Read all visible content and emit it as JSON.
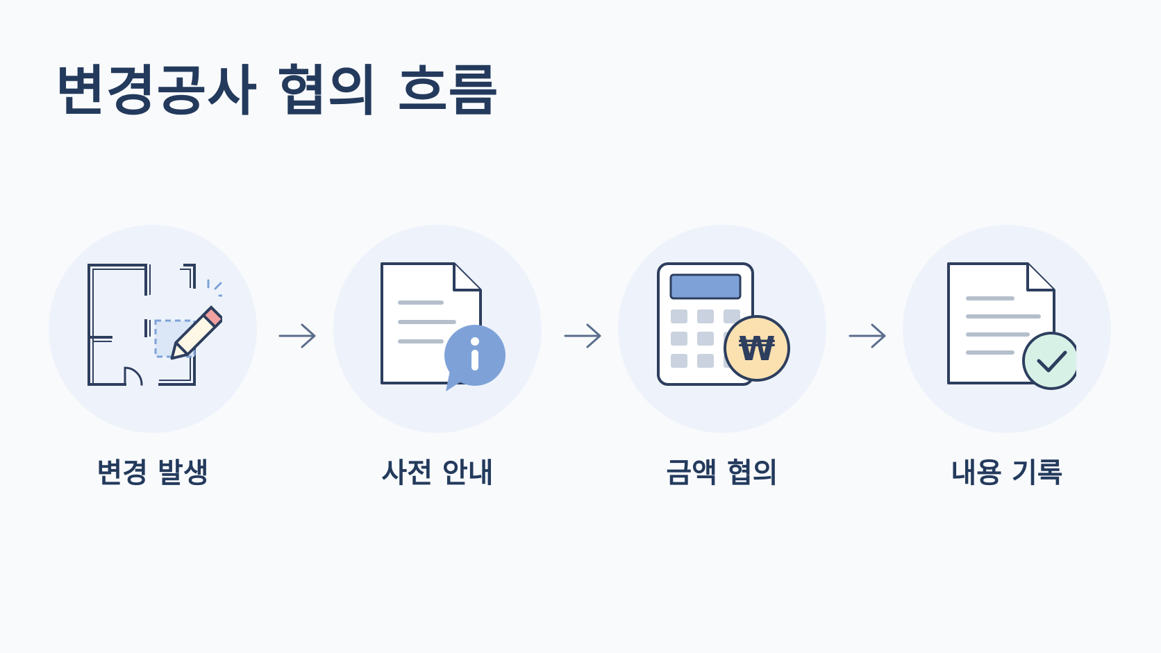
{
  "title": "변경공사 협의 흐름",
  "steps": [
    {
      "label": "변경 발생",
      "icon": "floor-plan-edit-icon"
    },
    {
      "label": "사전 안내",
      "icon": "document-info-icon"
    },
    {
      "label": "금액 협의",
      "icon": "calculator-won-icon"
    },
    {
      "label": "내용 기록",
      "icon": "document-check-icon"
    }
  ],
  "colors": {
    "title": "#233a5c",
    "line": "#2d3e5e",
    "circle_bg": "#eef3fb",
    "info_blue": "#7ea2d8",
    "won_badge": "#fbe1b0",
    "check_badge": "#d8f1e6",
    "pencil_tip": "#f2a0a0",
    "arrow": "#5a6d8c"
  },
  "won_symbol": "₩",
  "info_symbol": "i"
}
